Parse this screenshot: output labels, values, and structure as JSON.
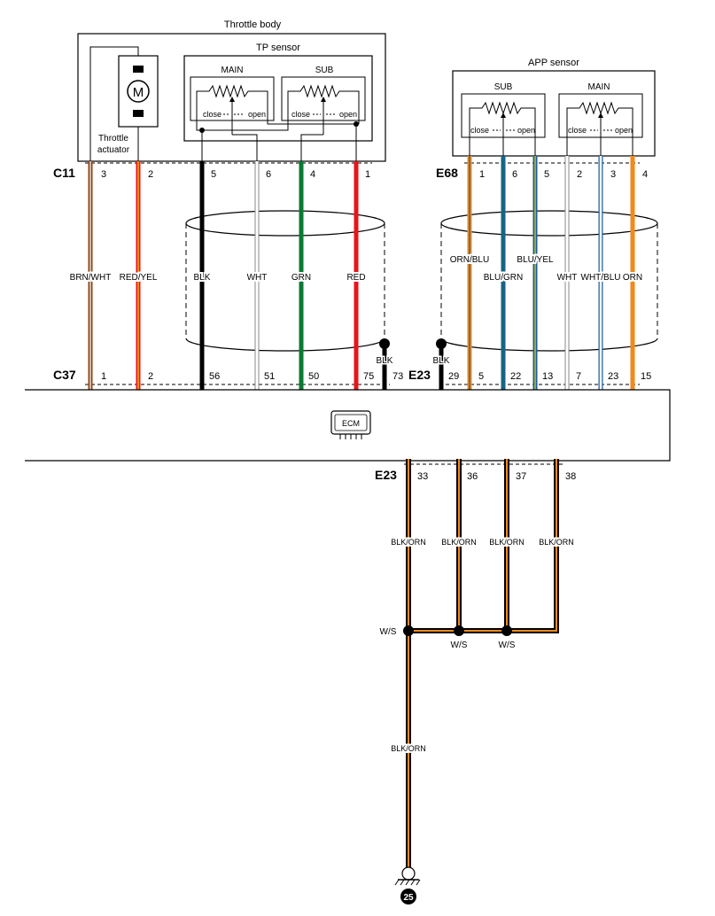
{
  "throttle_body": {
    "title": "Throttle body",
    "actuator_line1": "Throttle",
    "actuator_line2": "actuator",
    "motor_symbol": "M"
  },
  "tp_sensor": {
    "title": "TP sensor",
    "main": "MAIN",
    "sub": "SUB",
    "close": "close",
    "open": "open"
  },
  "app_sensor": {
    "title": "APP sensor",
    "sub": "SUB",
    "main": "MAIN",
    "close": "close",
    "open": "open"
  },
  "connectors": {
    "c11": "C11",
    "e68": "E68",
    "c37": "C37",
    "e23_top": "E23",
    "e23_bottom": "E23"
  },
  "c11_pins": [
    "3",
    "2",
    "5",
    "6",
    "4",
    "1"
  ],
  "e68_pins": [
    "1",
    "6",
    "5",
    "2",
    "3",
    "4"
  ],
  "c37_pins": [
    "1",
    "2",
    "56",
    "51",
    "50",
    "75",
    "73"
  ],
  "e23_top_pins": [
    "29",
    "5",
    "22",
    "13",
    "7",
    "23",
    "15"
  ],
  "e23_bottom_pins": [
    "33",
    "36",
    "37",
    "38"
  ],
  "wire_colors_left": [
    "BRN/WHT",
    "RED/YEL",
    "BLK",
    "WHT",
    "GRN",
    "RED"
  ],
  "wire_colors_right": [
    "ORN/BLU",
    "BLU/GRN",
    "BLU/YEL",
    "WHT",
    "WHT/BLU",
    "ORN"
  ],
  "shield_labels": {
    "left": "BLK",
    "right": "BLK"
  },
  "ecm_label": "ECM",
  "ground_wires": [
    "BLK/ORN",
    "BLK/ORN",
    "BLK/ORN",
    "BLK/ORN"
  ],
  "ground_main_wire": "BLK/ORN",
  "splice_labels": [
    "W/S",
    "W/S",
    "W/S"
  ],
  "ground_number": "25",
  "colors": {
    "brown": "#8b4513",
    "red": "#e8141b",
    "green": "#0a7a33",
    "black": "#000000",
    "blue": "#1b5e9c",
    "orange": "#f08a1c",
    "white_wire": "#ffffff"
  }
}
